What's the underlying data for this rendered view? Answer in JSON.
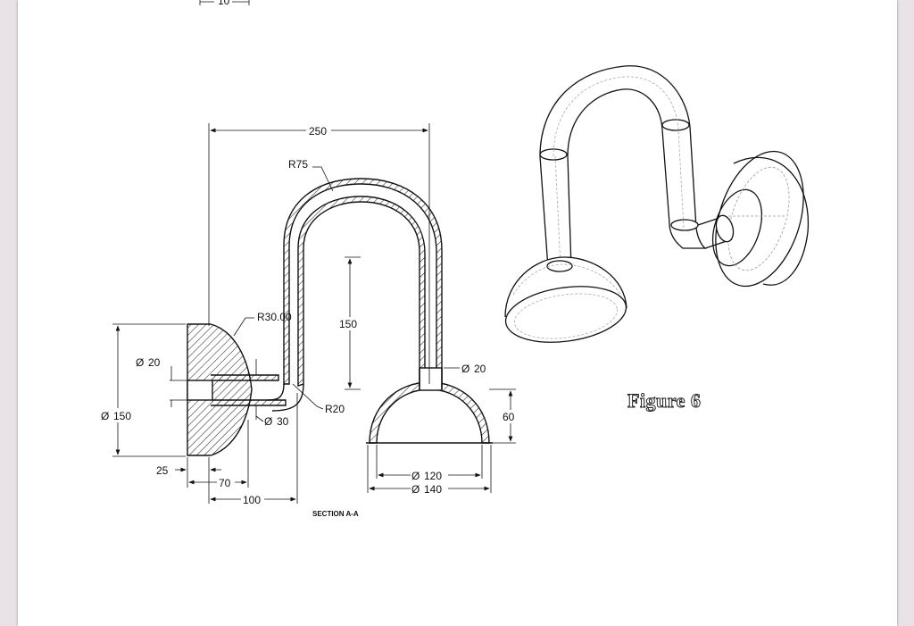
{
  "drawing": {
    "caption": "Figure 6",
    "section_label": "SECTION A-A",
    "top_cut_dim": "10",
    "dimensions": {
      "overall_width": "250",
      "bend_radius_top": "R75",
      "fillet_radius": "R30.00",
      "height_150": "150",
      "inner_dia_left": "20",
      "inner_dia_right": "20",
      "outer_dia_base": "150",
      "pipe_dia": "30",
      "elbow_radius": "R20",
      "height_60": "60",
      "dia_120": "120",
      "dia_140": "140",
      "offset_25": "25",
      "offset_70": "70",
      "offset_100": "100"
    },
    "diameter_symbol": "Ø"
  }
}
